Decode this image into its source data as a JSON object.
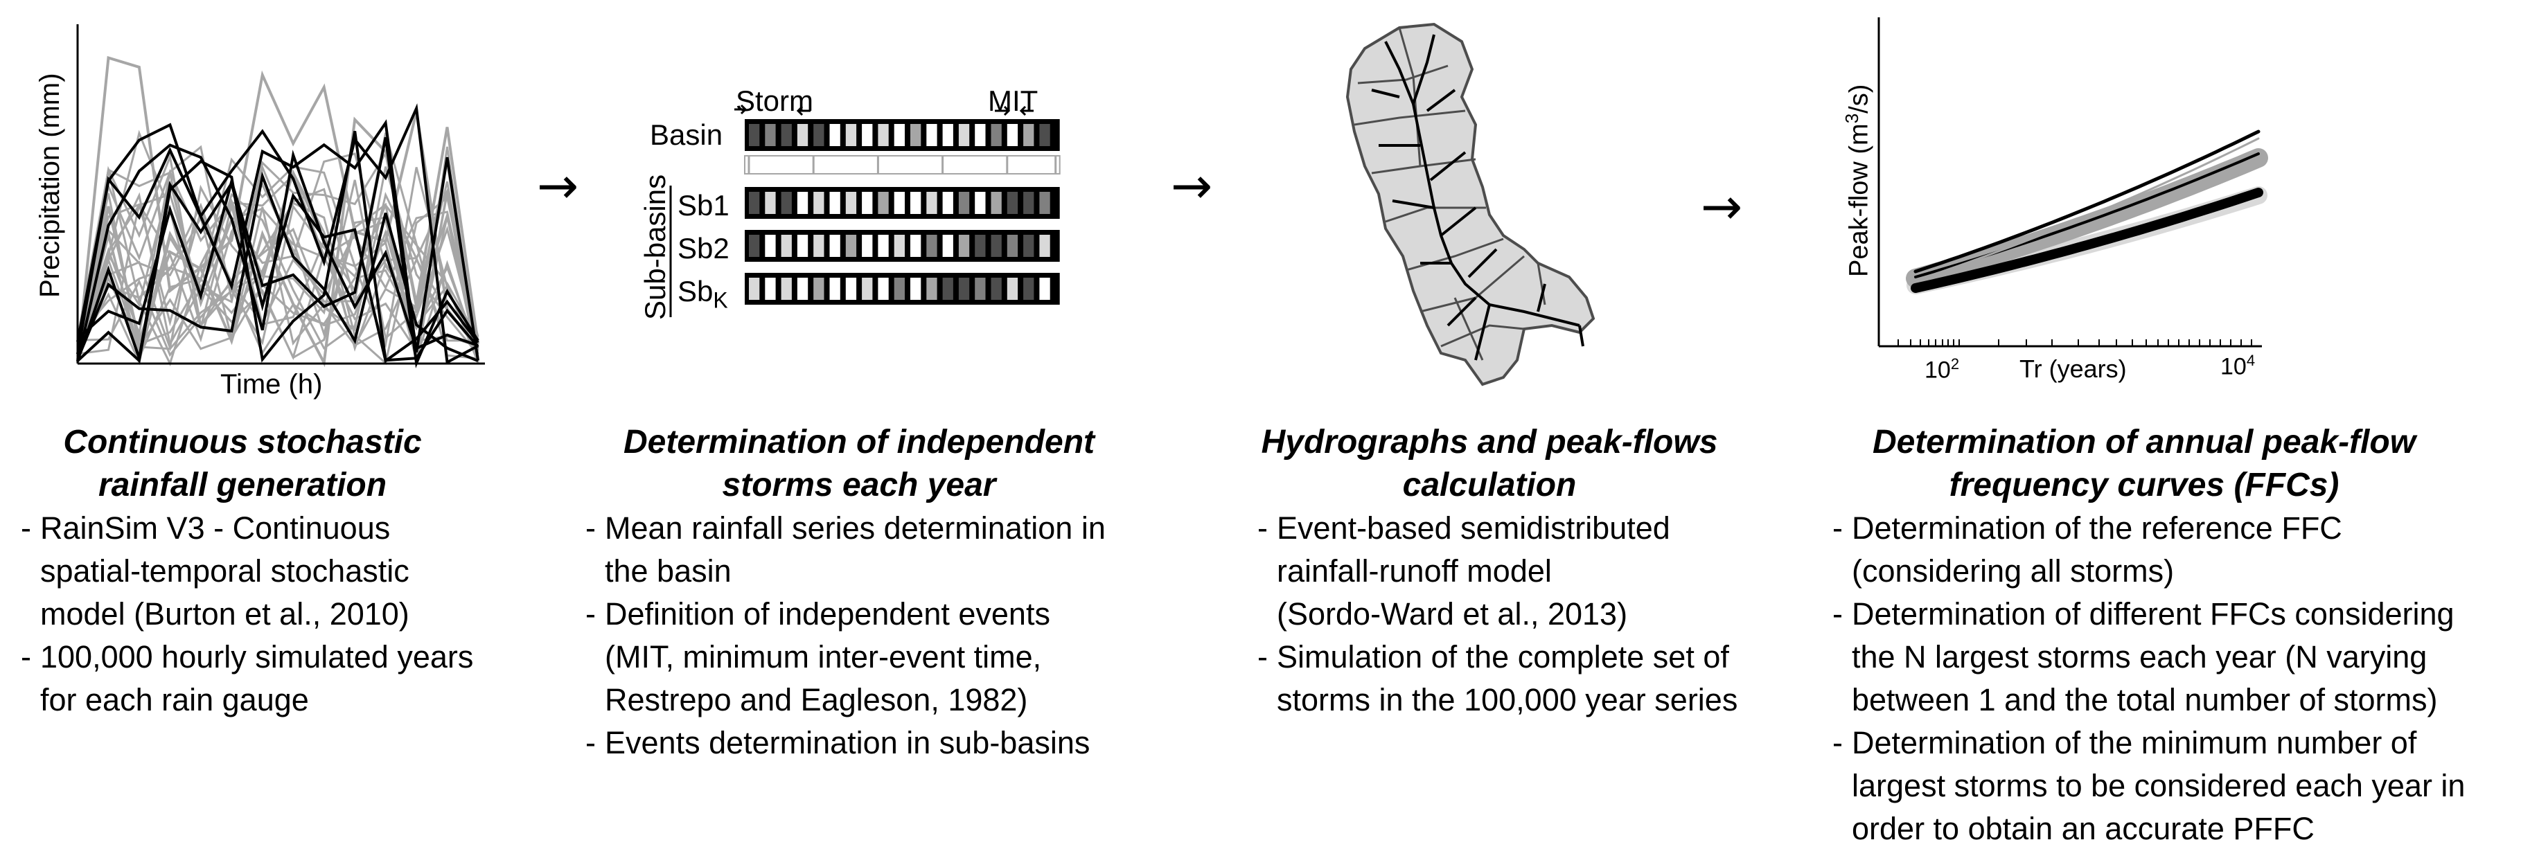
{
  "colors": {
    "black": "#000000",
    "grey": "#a6a6a6",
    "light": "#d9d9d9",
    "dark": "#4d4d4d"
  },
  "flow_arrow": "→",
  "panel1": {
    "ylabel": "Precipitation (mm)",
    "xlabel": "Time (h)",
    "title_line1": "Continuous stochastic",
    "title_line2": "rainfall generation",
    "bullets": [
      [
        "RainSim V3 - Continuous",
        "spatial-temporal stochastic",
        "model (Burton et al., 2010)"
      ],
      [
        "100,000 hourly simulated years",
        "for each rain gauge"
      ]
    ]
  },
  "panel2": {
    "storm_label": "Storm",
    "mit_label": "MIT",
    "basin_label": "Basin",
    "subbasins_label": "Sub-basins",
    "rows": [
      {
        "label": "Sb1",
        "sub": ""
      },
      {
        "label": "Sb2",
        "sub": ""
      },
      {
        "label": "Sb",
        "sub": "K"
      }
    ],
    "title_line1": "Determination of independent",
    "title_line2": "storms each year",
    "bullets": [
      [
        "Mean rainfall series determination in",
        "the basin"
      ],
      [
        "Definition of independent events",
        "(MIT, minimum inter-event time,",
        "Restrepo and Eagleson, 1982)"
      ],
      [
        "Events determination in sub-basins"
      ]
    ]
  },
  "panel3": {
    "title_line1": "Hydrographs and peak-flows",
    "title_line2": "calculation",
    "bullets": [
      [
        "Event-based semidistributed",
        "rainfall-runoff model",
        "(Sordo-Ward et al., 2013)"
      ],
      [
        "Simulation of the complete set of",
        "storms in the 100,000 year series"
      ]
    ]
  },
  "panel4": {
    "ylabel_main": "Peak-flow (m",
    "ylabel_sup": "3",
    "ylabel_end": "/s)",
    "xlabel": "Tr (years)",
    "xticks": [
      {
        "base": "10",
        "exp": "2"
      },
      {
        "base": "10",
        "exp": "4"
      }
    ],
    "title_line1": "Determination of annual peak-flow",
    "title_line2": "frequency curves (FFCs)",
    "bullets": [
      [
        "Determination of the reference FFC",
        "(considering all storms)"
      ],
      [
        "Determination of different FFCs considering",
        "the N largest storms each year (N varying",
        "between 1 and the total number of storms)"
      ],
      [
        "Determination of the minimum number of",
        "largest storms to be considered each year in",
        "order to obtain an accurate PFFC"
      ]
    ]
  }
}
